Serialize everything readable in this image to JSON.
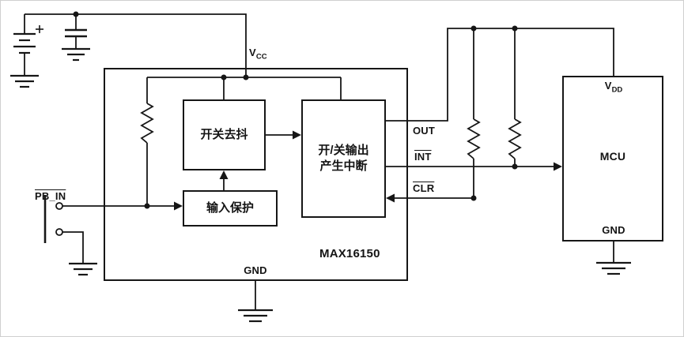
{
  "ic": {
    "part_number": "MAX16150",
    "pins": {
      "vcc_base": "V",
      "vcc_sub": "CC",
      "pb_in": "PB_IN",
      "out": "OUT",
      "int": "INT",
      "clr": "CLR",
      "gnd": "GND"
    },
    "blocks": {
      "debounce": "开关去抖",
      "output_line1": "开/关输出",
      "output_line2": "产生中断",
      "input_protection": "输入保护"
    }
  },
  "mcu": {
    "name": "MCU",
    "vdd_base": "V",
    "vdd_sub": "DD",
    "gnd": "GND"
  },
  "colors": {
    "wire": "#161616",
    "background": "#ffffff"
  }
}
